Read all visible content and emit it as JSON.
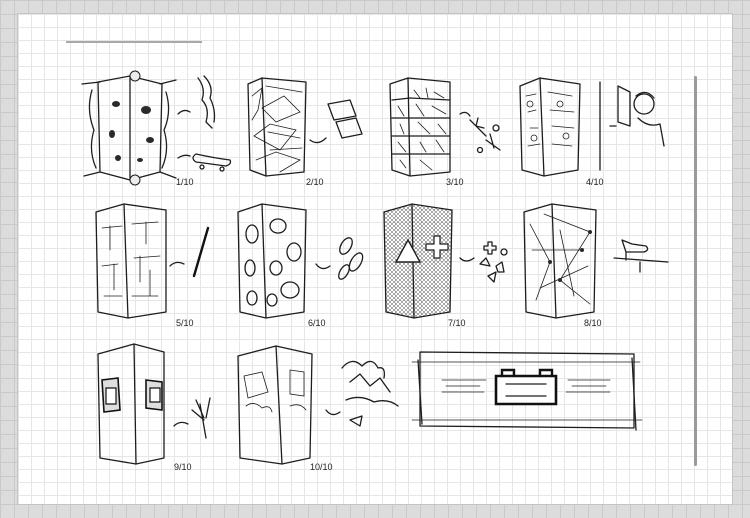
{
  "labels": {
    "p1": "1/10",
    "p2": "2/10",
    "p3": "3/10",
    "p4": "4/10",
    "p5": "5/10",
    "p6": "6/10",
    "p7": "7/10",
    "p8": "8/10",
    "p9": "9/10",
    "p10": "10/10"
  },
  "colors": {
    "ink": "#1e1e1e",
    "grid": "#e6e6e6",
    "background": "#dcdcdc"
  }
}
